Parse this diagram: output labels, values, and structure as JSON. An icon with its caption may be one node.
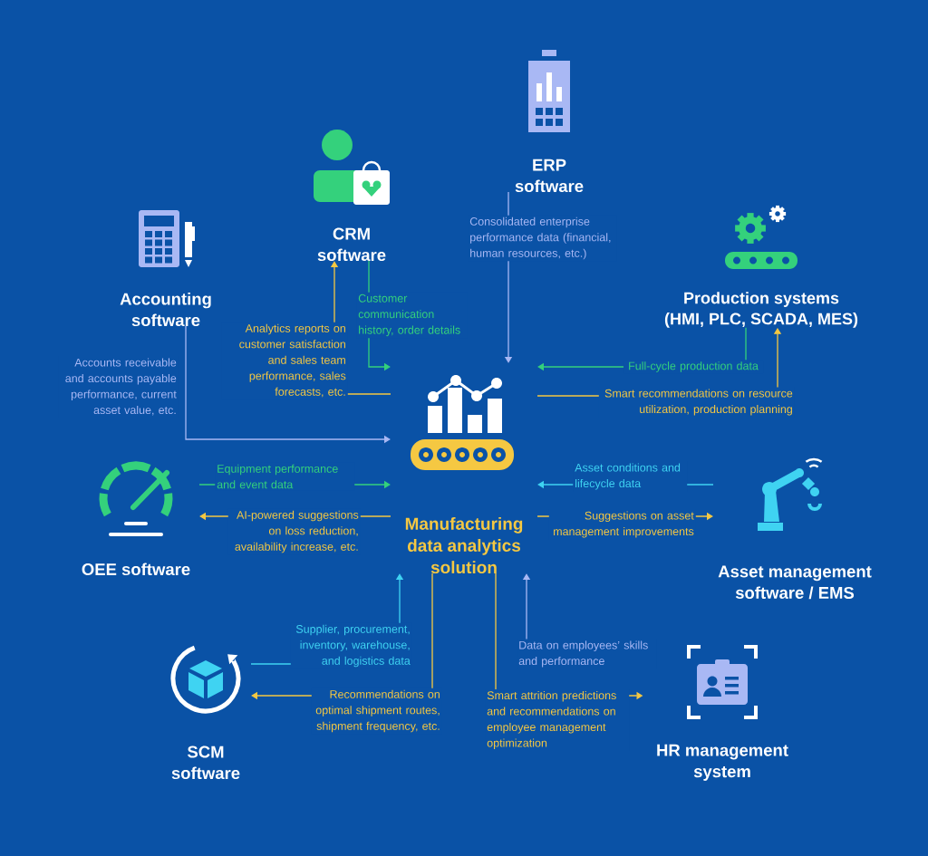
{
  "diagram": {
    "nodes": [
      {
        "text": [
          "Manufacturing data analytics solution"
        ]
      },
      {
        "text": [
          "Accounting software"
        ]
      },
      {
        "text": [
          "CRM software"
        ]
      },
      {
        "text": [
          "ERP software"
        ]
      },
      {
        "text": [
          "Production systems (HMI, PLC, SCADA, MES)"
        ]
      },
      {
        "text": [
          "OEE software"
        ]
      },
      {
        "text": [
          "Asset management software / EMS"
        ]
      },
      {
        "text": [
          "SCM software"
        ]
      },
      {
        "text": [
          "HR management system"
        ]
      }
    ],
    "edges": [
      {
        "from": 1,
        "to": 0,
        "arrow": "to",
        "color": "#a9b8f4",
        "label": "Accounts receivable and accounts payable performance, current asset value, etc."
      },
      {
        "from": 0,
        "to": 2,
        "arrow": "to",
        "color": "#f5c842",
        "label": "Analytics reports on customer satisfaction and sales team performance, sales forecasts, etc."
      },
      {
        "from": 2,
        "to": 0,
        "arrow": "to",
        "color": "#34d17c",
        "label": "Customer communication history, order details"
      },
      {
        "from": 3,
        "to": 0,
        "arrow": "to",
        "color": "#a9b8f4",
        "label": "Consolidated enterprise performance data (financial, human resources, etc.)"
      },
      {
        "from": 4,
        "to": 0,
        "arrow": "to",
        "color": "#34d17c",
        "label": "Full-cycle production data"
      },
      {
        "from": 0,
        "to": 4,
        "arrow": "to",
        "color": "#f5c842",
        "label": "Smart recommendations on resource utilization, production planning"
      },
      {
        "from": 5,
        "to": 0,
        "arrow": "to",
        "color": "#34d17c",
        "label": "Equipment performance and event data"
      },
      {
        "from": 0,
        "to": 5,
        "arrow": "to",
        "color": "#f5c842",
        "label": "AI-powered suggestions on loss reduction, availability increase, etc."
      },
      {
        "from": 6,
        "to": 0,
        "arrow": "to",
        "color": "#3fd3f2",
        "label": "Asset conditions and lifecycle data"
      },
      {
        "from": 0,
        "to": 6,
        "arrow": "to",
        "color": "#f5c842",
        "label": "Suggestions on asset management improvements"
      },
      {
        "from": 7,
        "to": 0,
        "arrow": "to",
        "color": "#3fd3f2",
        "label": "Supplier, procurement, inventory, warehouse, and logistics data"
      },
      {
        "from": 0,
        "to": 7,
        "arrow": "to",
        "color": "#f5c842",
        "label": "Recommendations on optimal shipment routes, shipment frequency, etc."
      },
      {
        "from": 0,
        "to": 8,
        "arrow": "to",
        "color": "#f5c842",
        "label": "Smart attrition predictions and recommendations on employee management optimization"
      },
      {
        "from": 8,
        "to": 0,
        "arrow": "to",
        "color": "#a9b8f4",
        "label": "Data on employees’ skills and performance"
      }
    ]
  }
}
